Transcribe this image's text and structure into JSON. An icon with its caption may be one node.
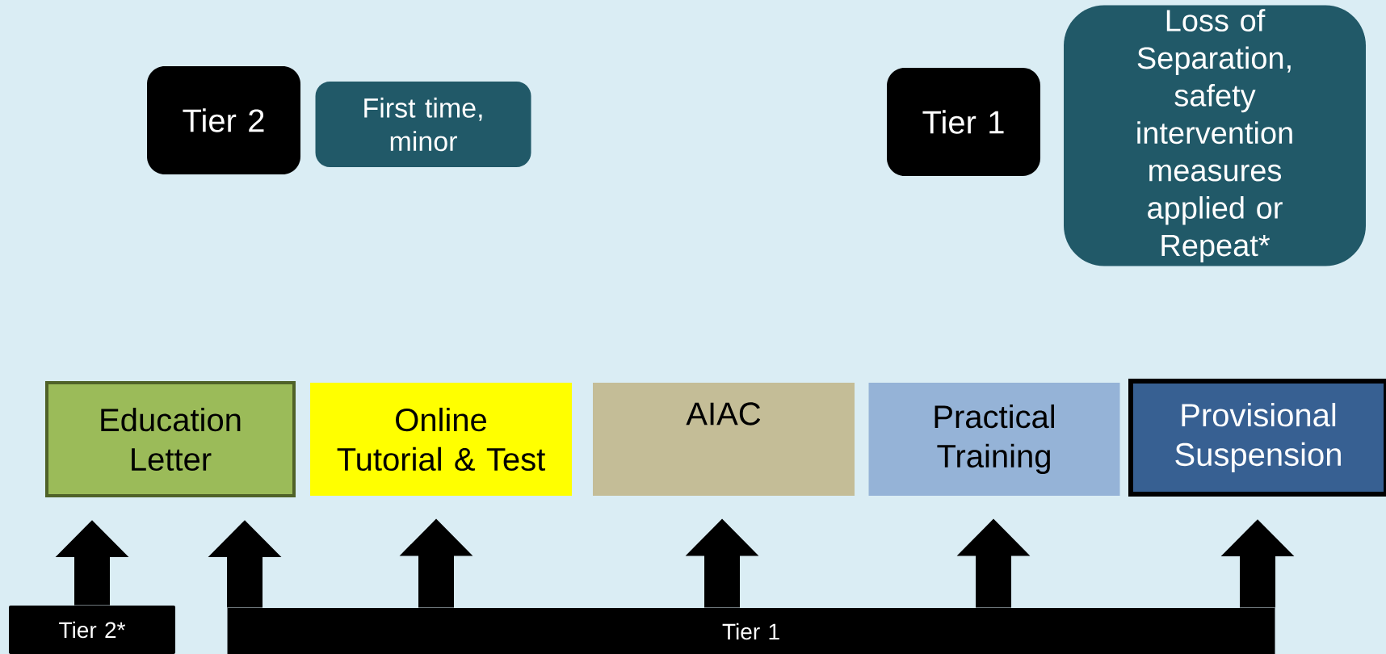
{
  "diagram": {
    "nodes": [
      {
        "text": [
          "Tier 2"
        ]
      },
      {
        "text": [
          "First time, minor"
        ]
      },
      {
        "text": [
          "Tier 1"
        ]
      },
      {
        "text": [
          "Loss of Separation, safety intervention measures applied or Repeat*"
        ]
      },
      {
        "text": [
          "Education Letter"
        ]
      },
      {
        "text": [
          "Online Tutorial & Test"
        ]
      },
      {
        "text": [
          "AIAC"
        ]
      },
      {
        "text": [
          "Practical Training"
        ]
      },
      {
        "text": [
          "Provisional Suspension"
        ]
      },
      {
        "text": [
          "Tier 2*"
        ]
      },
      {
        "text": [
          "Tier 1"
        ]
      }
    ],
    "edges": [
      {
        "from": 9,
        "to": 4,
        "arrow": "to"
      },
      {
        "from": 10,
        "to": 4,
        "arrow": "to"
      },
      {
        "from": 10,
        "to": 5,
        "arrow": "to"
      },
      {
        "from": 10,
        "to": 6,
        "arrow": "to"
      },
      {
        "from": 10,
        "to": 7,
        "arrow": "to"
      },
      {
        "from": 10,
        "to": 8,
        "arrow": "to"
      }
    ]
  }
}
